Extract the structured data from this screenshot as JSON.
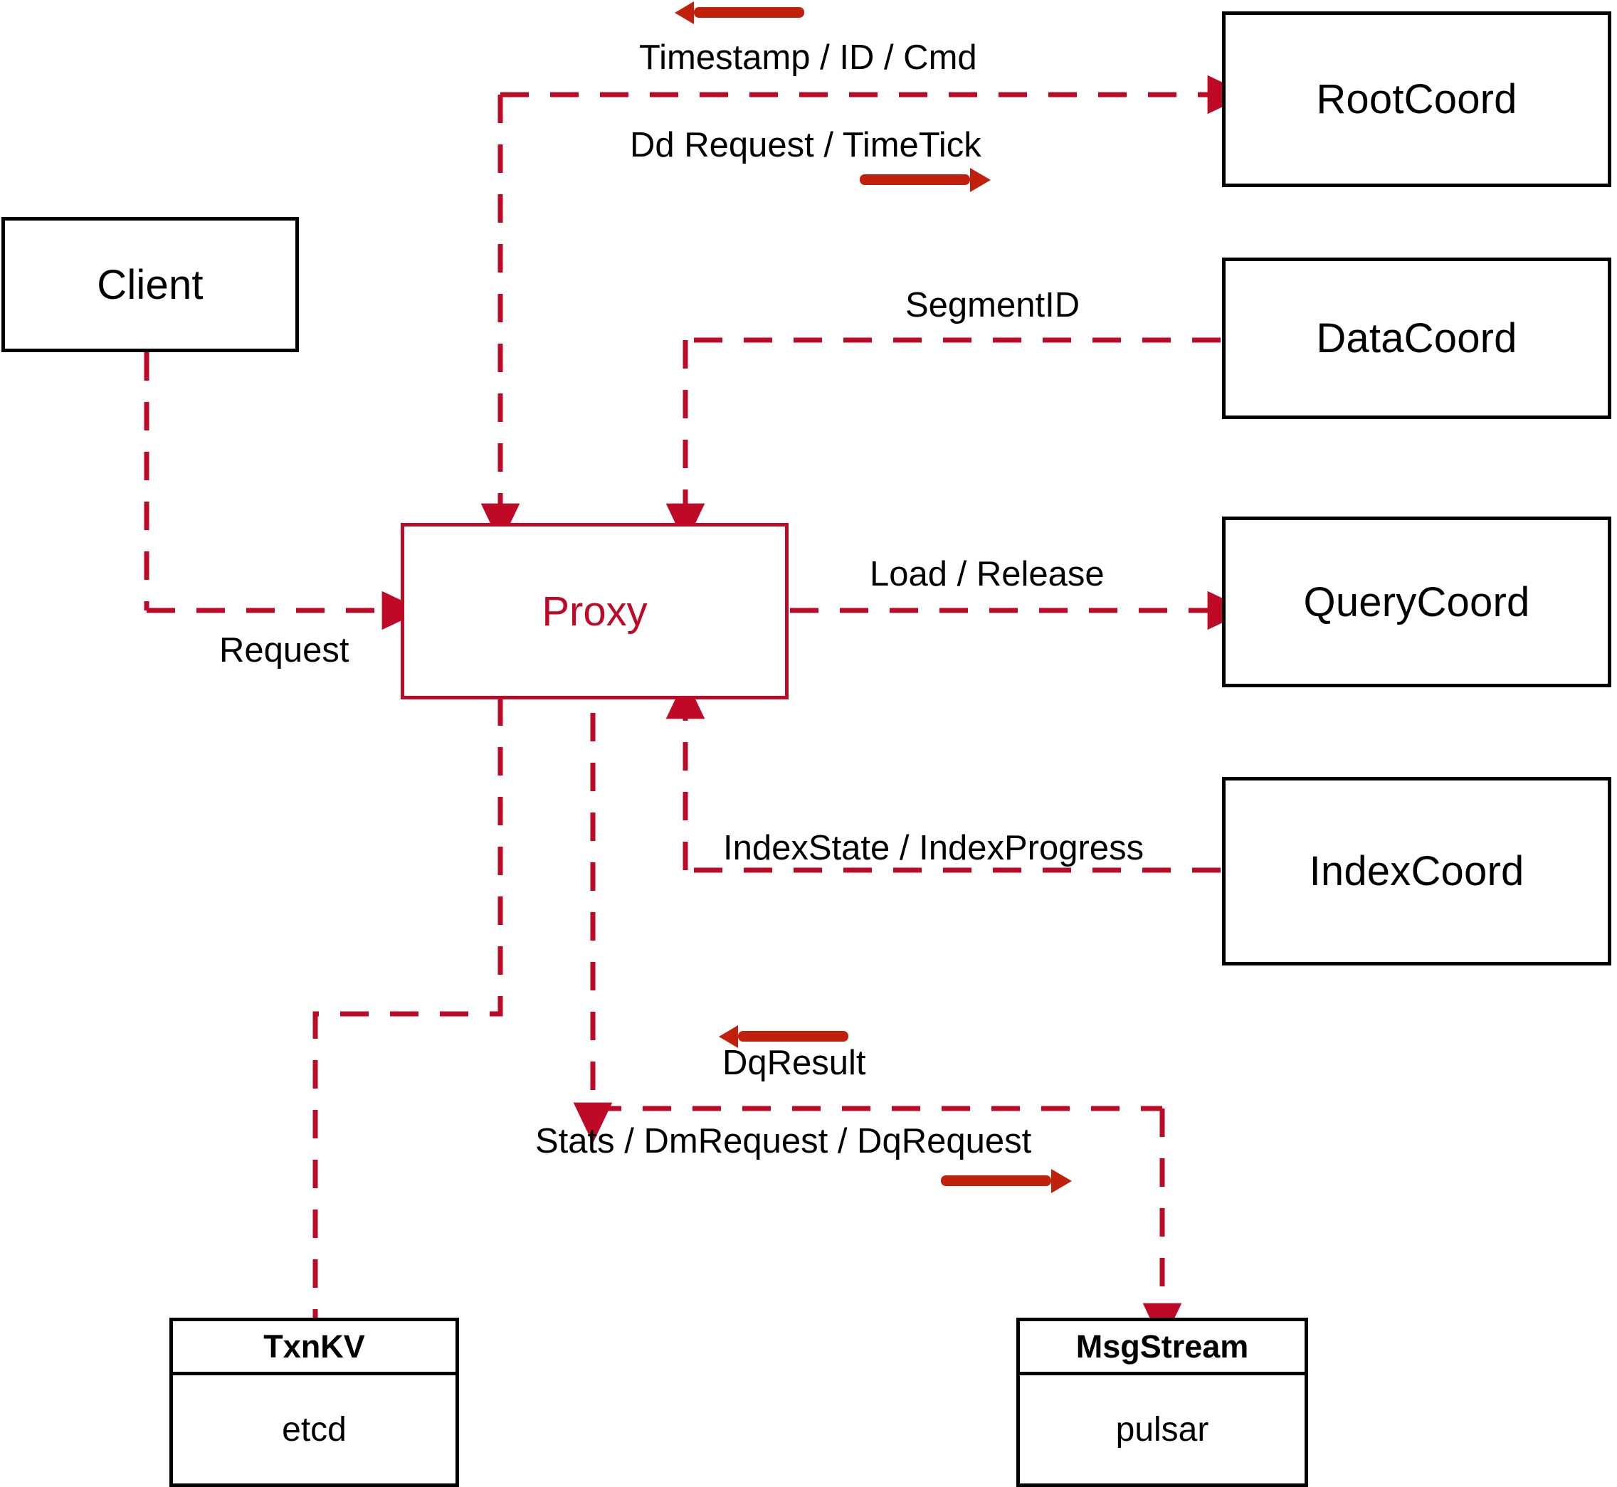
{
  "diagram": {
    "title_nodes": {
      "client": "Client",
      "proxy": "Proxy",
      "root_coord": "RootCoord",
      "data_coord": "DataCoord",
      "query_coord": "QueryCoord",
      "index_coord": "IndexCoord"
    },
    "storage_nodes": [
      {
        "name": "TxnKV",
        "impl": "etcd"
      },
      {
        "name": "MsgStream",
        "impl": "pulsar"
      }
    ],
    "edge_labels": {
      "timestamp_id_cmd": "Timestamp / ID / Cmd",
      "dd_request_timetick": "Dd Request / TimeTick",
      "segment_id": "SegmentID",
      "request": "Request",
      "load_release": "Load / Release",
      "index_state_progress": "IndexState / IndexProgress",
      "dq_result": "DqResult",
      "stats_dm_dq_request": "Stats / DmRequest / DqRequest"
    },
    "colors": {
      "dashed_wire": "#BE0A26",
      "solid_arrow": "#C0200C",
      "node_border": "#000000",
      "proxy_border": "#BE0A26",
      "proxy_text": "#BE0A26",
      "background": "#FFFFFF"
    }
  }
}
